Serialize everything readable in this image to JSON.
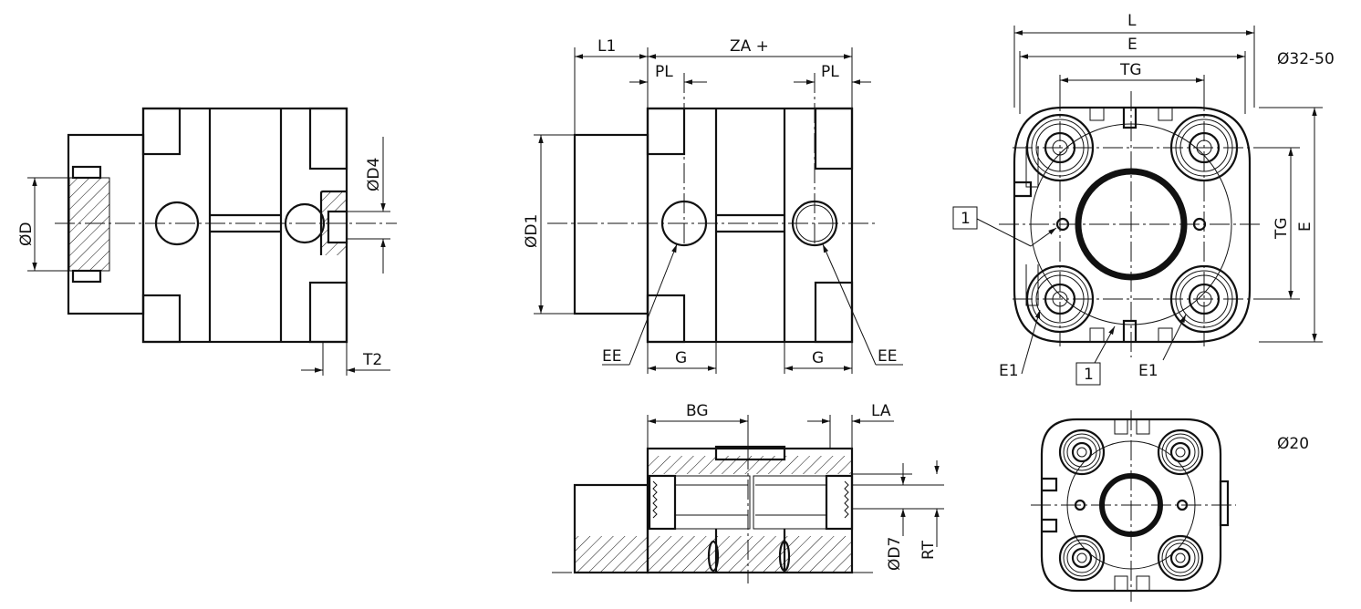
{
  "labels": {
    "dia_D": "ØD",
    "dia_D4": "ØD4",
    "T2": "T2",
    "L1": "L1",
    "ZA": "ZA +",
    "PL_left": "PL",
    "PL_right": "PL",
    "dia_D1": "ØD1",
    "EE_left": "EE",
    "EE_right": "EE",
    "G_left": "G",
    "G_right": "G",
    "BG": "BG",
    "LA": "LA",
    "dia_D7": "ØD7",
    "RT": "RT",
    "L": "L",
    "E_top": "E",
    "TG_top": "TG",
    "TG_side": "TG",
    "E_side": "E",
    "size_large": "Ø32-50",
    "size_small": "Ø20",
    "item_1_a": "1",
    "item_1_b": "1",
    "E1_left": "E1",
    "E1_right": "E1"
  },
  "colors": {
    "line": "#111111",
    "background": "#ffffff"
  }
}
